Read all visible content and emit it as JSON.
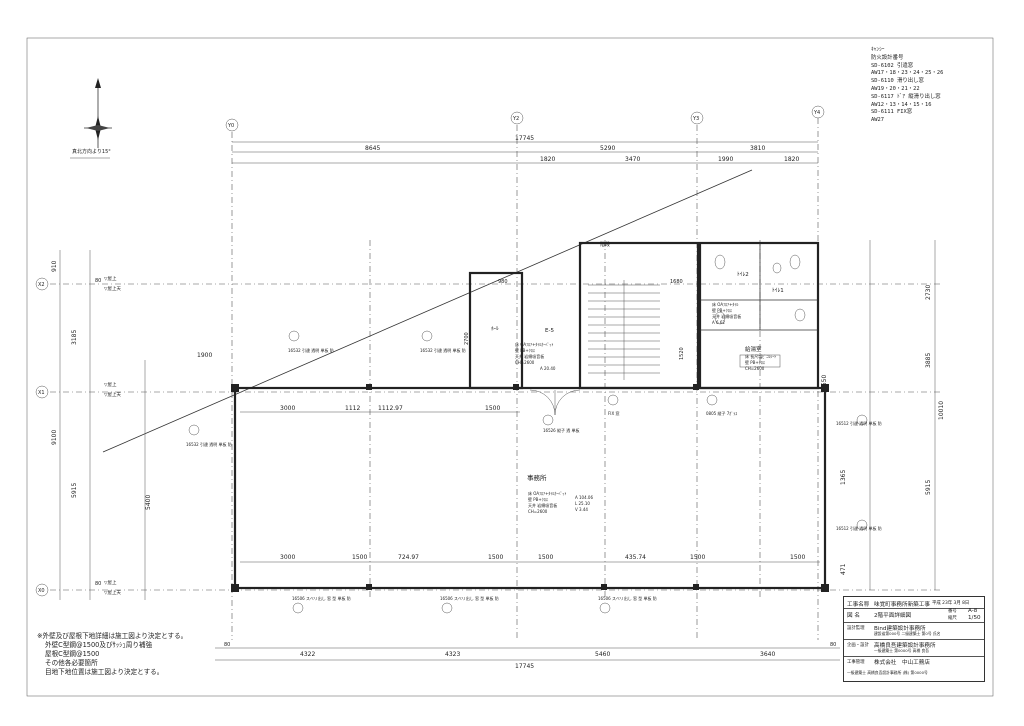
{
  "legend": {
    "lines": [
      "ｷｬﾝｼｰ",
      "防火設計番号",
      "SD-6102 引違窓",
      "AW17・18・23・24・25・26",
      "SD-6110 滑り出し窓",
      "AW19・20・21・22",
      "SD-6117 ﾄﾞｱ 縦滑り出し窓",
      "AW12・13・14・15・16",
      "SD-6111 FIX窓",
      "AW27"
    ]
  },
  "compass": {
    "label": "真北方向より15°"
  },
  "grid_axes": {
    "top": [
      "Y0",
      "Y2",
      "Y3",
      "Y4"
    ],
    "left": [
      "X2",
      "X1",
      "X0"
    ]
  },
  "dims_top": {
    "overall": "17745",
    "seg1": [
      "8645",
      "5290",
      "3810"
    ],
    "seg2": [
      "1820",
      "3470",
      "1990",
      "1820"
    ]
  },
  "dims_bottom": {
    "seg": [
      "4322",
      "4323",
      "5460",
      "3640"
    ],
    "small": [
      "80",
      "80"
    ],
    "overall": "17745"
  },
  "dims_left": {
    "outer": [
      "910",
      "3185",
      "9100",
      "5915"
    ],
    "inner": [
      "1900",
      "5400"
    ],
    "marks": [
      "80",
      "80"
    ]
  },
  "dims_right": {
    "outer": [
      "2730",
      "3885",
      "10010",
      "5915"
    ],
    "inner": [
      "1365",
      "4550",
      "471"
    ]
  },
  "level_labels": [
    "▽屋上",
    "▽屋上天",
    "▽屋上",
    "▽屋上天",
    "▽屋上",
    "▽屋上天"
  ],
  "interior_dims": [
    "3000",
    "1112",
    "1112.97",
    "1500",
    "3000",
    "1500",
    "724.97",
    "1500",
    "1500",
    "435.74",
    "1500",
    "1500",
    "980",
    "2700",
    "1680",
    "1520"
  ],
  "rooms": {
    "office": "事務所",
    "stair": "階段",
    "hall": "ﾎｰﾙ",
    "wc_men": "ﾄｲﾚ2",
    "wc_women": "ﾄｲﾚ1",
    "kitchen": "給湯室",
    "ev": "E-5"
  },
  "room_specs": {
    "office": [
      "床 OAﾌﾛｱ+ﾀｲﾙｶｰﾍﾟｯﾄ",
      "壁 PB+ｸﾛｽ",
      "天井 岩綿吸音板",
      "CH=2600",
      "A 104.06",
      "L 25.10",
      "V 3.44"
    ],
    "hall": [
      "床 OAﾌﾛｱ+ﾀｲﾙｶｰﾍﾟｯﾄ",
      "壁 PB+ｸﾛｽ",
      "天井 岩綿吸音板",
      "CH=2600",
      "A 20.40"
    ],
    "kitchen": [
      "床 長尺塩ﾋﾞﾆﾙｼｰﾄ",
      "壁 PB+ｸﾛｽ",
      "CH=2600"
    ],
    "wc": [
      "床 OAﾌﾛｱ+ﾀｲﾙ",
      "壁 PB+ｸﾛｽ",
      "天井 岩綿吸音板",
      "A 6.62"
    ]
  },
  "window_tags": [
    "16532 引違 透明 単板 防",
    "16532 引違 透明 単板 防",
    "16532 引違 透明 単板 防",
    "16506 スベリ出し 窓 型 単板 防",
    "16506 スベリ出し 窓 型 単板 防",
    "16506 スベリ出し 窓 型 単板 防",
    "16512 引違 透明 単板 防",
    "16512 引違 透明 単板 防",
    "16526 縦子 透 単板",
    "FIX 窓",
    "0805 縦子 7ｶﾞﾗｽ"
  ],
  "notes": [
    "※外壁及び屋根下地詳細は施工図より決定とする。",
    "外壁C型鋼@1500及びｻｯｼｭ周り補強",
    "屋根C型鋼@1500",
    "その他各必要箇所",
    "目地下地位置は施工図より決定とする。"
  ],
  "title_block": {
    "project_label": "工事名称",
    "project": "味覚町事務所新築工事",
    "drawing_label": "図 名",
    "drawing": "2階平面詳細図",
    "date": "平成 23年 3月 8日",
    "sheet_label": "番号",
    "sheet": "A-8",
    "scale_label": "縮尺",
    "scale": "1/50",
    "designer_label": "設計監理",
    "designer": "Bind建築設計事務所",
    "designer_sub": "建設省第000号 二級建築士 第0号 氏名",
    "design_label": "企画・設計",
    "design": "高橋良吾建築設計事務所",
    "design_sub": "一級建築士 第0000号 高橋 良吾",
    "builder_label": "工事管理",
    "builder": "株式会社　中山工務店",
    "builder_sub": "一級建築士 高橋良吾設計事務所 (株) 第0000号"
  }
}
